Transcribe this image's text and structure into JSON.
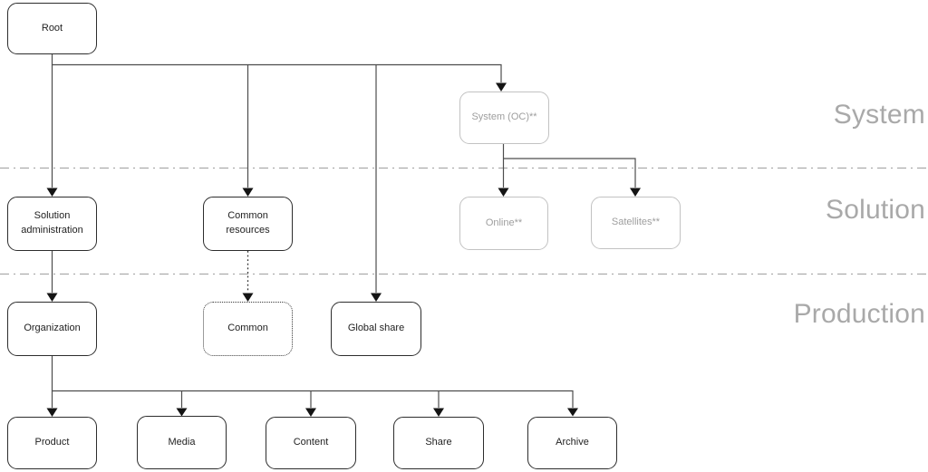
{
  "diagram": {
    "bands": {
      "system": "System",
      "solution": "Solution",
      "production": "Production"
    },
    "nodes": {
      "root": "Root",
      "system_oc": "System (OC)**",
      "solution_admin": "Solution administration",
      "common_resources": "Common resources",
      "online": "Online**",
      "satellites": "Satellites**",
      "organization": "Organization",
      "common": "Common",
      "global_share": "Global share",
      "product": "Product",
      "media": "Media",
      "content": "Content",
      "share": "Share",
      "archive": "Archive"
    },
    "colors": {
      "node_border": "#2d2d2d",
      "node_text": "#1f1f1f",
      "muted_border": "#c2c2c2",
      "muted_text": "#9e9e9e",
      "connector": "#4d4d4d",
      "arrowhead": "#141414",
      "divider": "#ababab",
      "band_label": "#a9a9a9",
      "background": "#ffffff"
    }
  }
}
